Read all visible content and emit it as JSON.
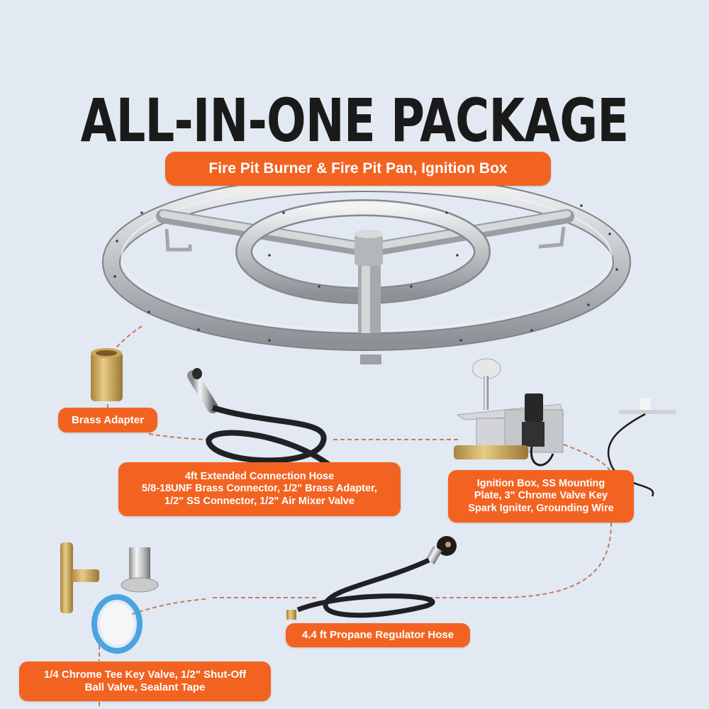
{
  "header": {
    "title": "ALL-IN-ONE PACKAGE",
    "subtitle": "Fire Pit Burner & Fire Pit Pan, Ignition Box"
  },
  "colors": {
    "background": "#e2e9f2",
    "accent": "#f26322",
    "title_text": "#1a1a1a",
    "label_text": "#ffffff",
    "connector_dash": "#c8795a"
  },
  "components": [
    {
      "id": "burner",
      "image": "double-ring-burner-icon",
      "lines": [
        "Fire Pit Burner & Fire Pit Pan, Ignition Box"
      ]
    },
    {
      "id": "brass_adapter",
      "image": "brass-adapter-icon",
      "lines": [
        "Brass Adapter"
      ]
    },
    {
      "id": "connection_hose",
      "image": "connection-hose-icon",
      "lines": [
        "4ft Extended Connection Hose",
        "5/8-18UNF Brass Connector, 1/2\" Brass Adapter,",
        "1/2\" SS Connector, 1/2\" Air Mixer Valve"
      ]
    },
    {
      "id": "ignition_box",
      "image": "ignition-box-icon",
      "lines": [
        "Ignition Box, SS Mounting",
        "Plate, 3\" Chrome Valve Key",
        "Spark Igniter, Grounding Wire"
      ]
    },
    {
      "id": "propane_hose",
      "image": "propane-regulator-hose-icon",
      "lines": [
        "4.4 ft Propane Regulator Hose"
      ]
    },
    {
      "id": "tee_valve_kit",
      "image": "tee-valve-and-tape-icon",
      "lines": [
        "1/4 Chrome Tee Key Valve, 1/2\" Shut-Off",
        "Ball Valve, Sealant Tape"
      ]
    }
  ]
}
